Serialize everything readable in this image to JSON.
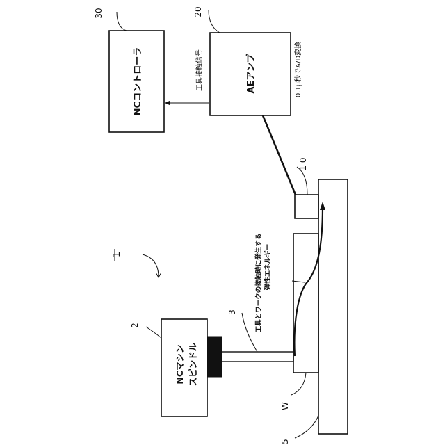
{
  "diagram": {
    "ref_numerals": {
      "system": "1",
      "spindle": "2",
      "tool": "3",
      "table": "5",
      "sensor": "1 0",
      "amp": "20",
      "nc_controller": "30",
      "workpiece": "W"
    },
    "blocks": {
      "nc_controller_label": "NCコントローラ",
      "ae_amp_label": "AEアンプ",
      "spindle_line1": "NCマシン",
      "spindle_line2": "スピンドル"
    },
    "annotations": {
      "contact_signal": "工具接触信号",
      "ad_conversion": "0.1μ秒でA/D変換",
      "energy_line1": "工具とワークの接触時に発生する",
      "energy_line2": "弾性エネルギー"
    }
  }
}
